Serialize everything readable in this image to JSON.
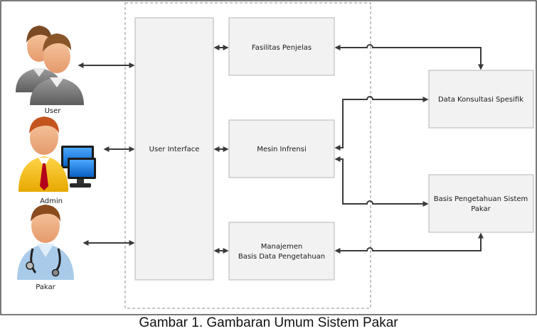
{
  "diagram": {
    "actors": {
      "user": "User",
      "admin": "Admin",
      "pakar": "Pakar"
    },
    "boxes": {
      "user_interface": "User Interface",
      "fasilitas_penjelas": "Fasilitas Penjelas",
      "mesin_infrensi": "Mesin Infrensi",
      "manajemen_line1": "Manajemen",
      "manajemen_line2": "Basis Data Pengetahuan",
      "data_konsultasi": "Data Konsultasi Spesifik",
      "basis_pengetahuan_line1": "Basis Pengetahuan Sistem",
      "basis_pengetahuan_line2": "Pakar"
    },
    "colors": {
      "box_fill": "#f2f2f2",
      "box_stroke": "#b4b4b4",
      "arrow": "#3a3a3a",
      "dashed_frame": "#8c8c8c"
    }
  },
  "caption": "Gambar 1. Gambaran Umum Sistem Pakar"
}
